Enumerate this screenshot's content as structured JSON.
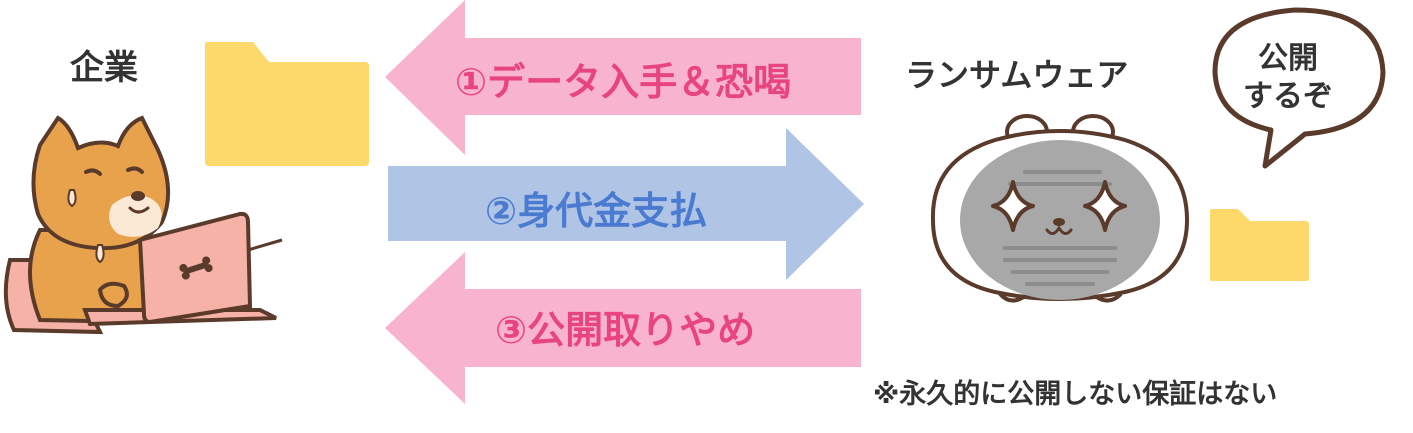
{
  "labels": {
    "company": "企業",
    "ransomware": "ランサムウェア",
    "disclaimer": "※永久的に公開しない保証はない"
  },
  "speech_bubble": {
    "line1": "公開",
    "line2": "するぞ"
  },
  "arrows": [
    {
      "text": "①データ入手＆恐喝",
      "direction": "left",
      "color": "#f8b4ce",
      "text_color": "#e8457e"
    },
    {
      "text": "②身代金支払",
      "direction": "right",
      "color": "#b0c4e6",
      "text_color": "#4a7bd0"
    },
    {
      "text": "③公開取りやめ",
      "direction": "left",
      "color": "#f8b4ce",
      "text_color": "#e8457e"
    }
  ],
  "colors": {
    "folder": "#fcd96a",
    "dog_fur": "#e8a24c",
    "laptop": "#f6b2a6",
    "outline": "#5a3a2a"
  },
  "icons": [
    "folder-icon",
    "shiba-dog-with-laptop",
    "ransomware-cat-character",
    "speech-bubble"
  ]
}
